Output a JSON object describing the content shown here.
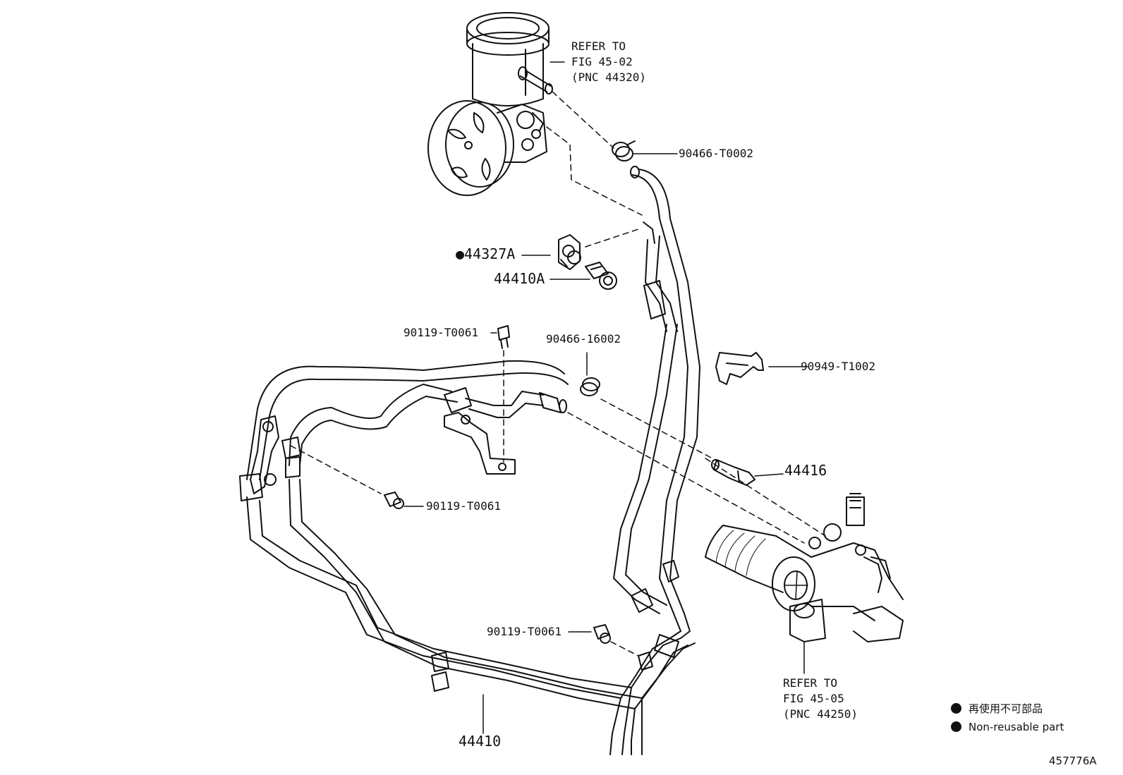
{
  "refer_pump": {
    "line1": "REFER TO",
    "line2": "FIG 45-02",
    "line3": "(PNC 44320)"
  },
  "refer_gear": {
    "line1": "REFER TO",
    "line2": "FIG 45-05",
    "line3": "(PNC 44250)"
  },
  "parts": {
    "clamp_top": "90466-T0002",
    "gasket_marker": "●",
    "gasket": "44327A",
    "union_bolt": "44410A",
    "bolt_upper": "90119-T0061",
    "clamp_mid": "90466-16002",
    "clip": "90949-T1002",
    "union": "44416",
    "bolt_left": "90119-T0061",
    "bolt_lower": "90119-T0061",
    "tube_assy": "44410"
  },
  "legend": {
    "items": [
      {
        "text": "再使用不可部品"
      },
      {
        "text": "Non-reusable part"
      }
    ]
  },
  "figure_id": "457776A",
  "colors": {
    "ink": "#111111",
    "background": "#ffffff"
  }
}
